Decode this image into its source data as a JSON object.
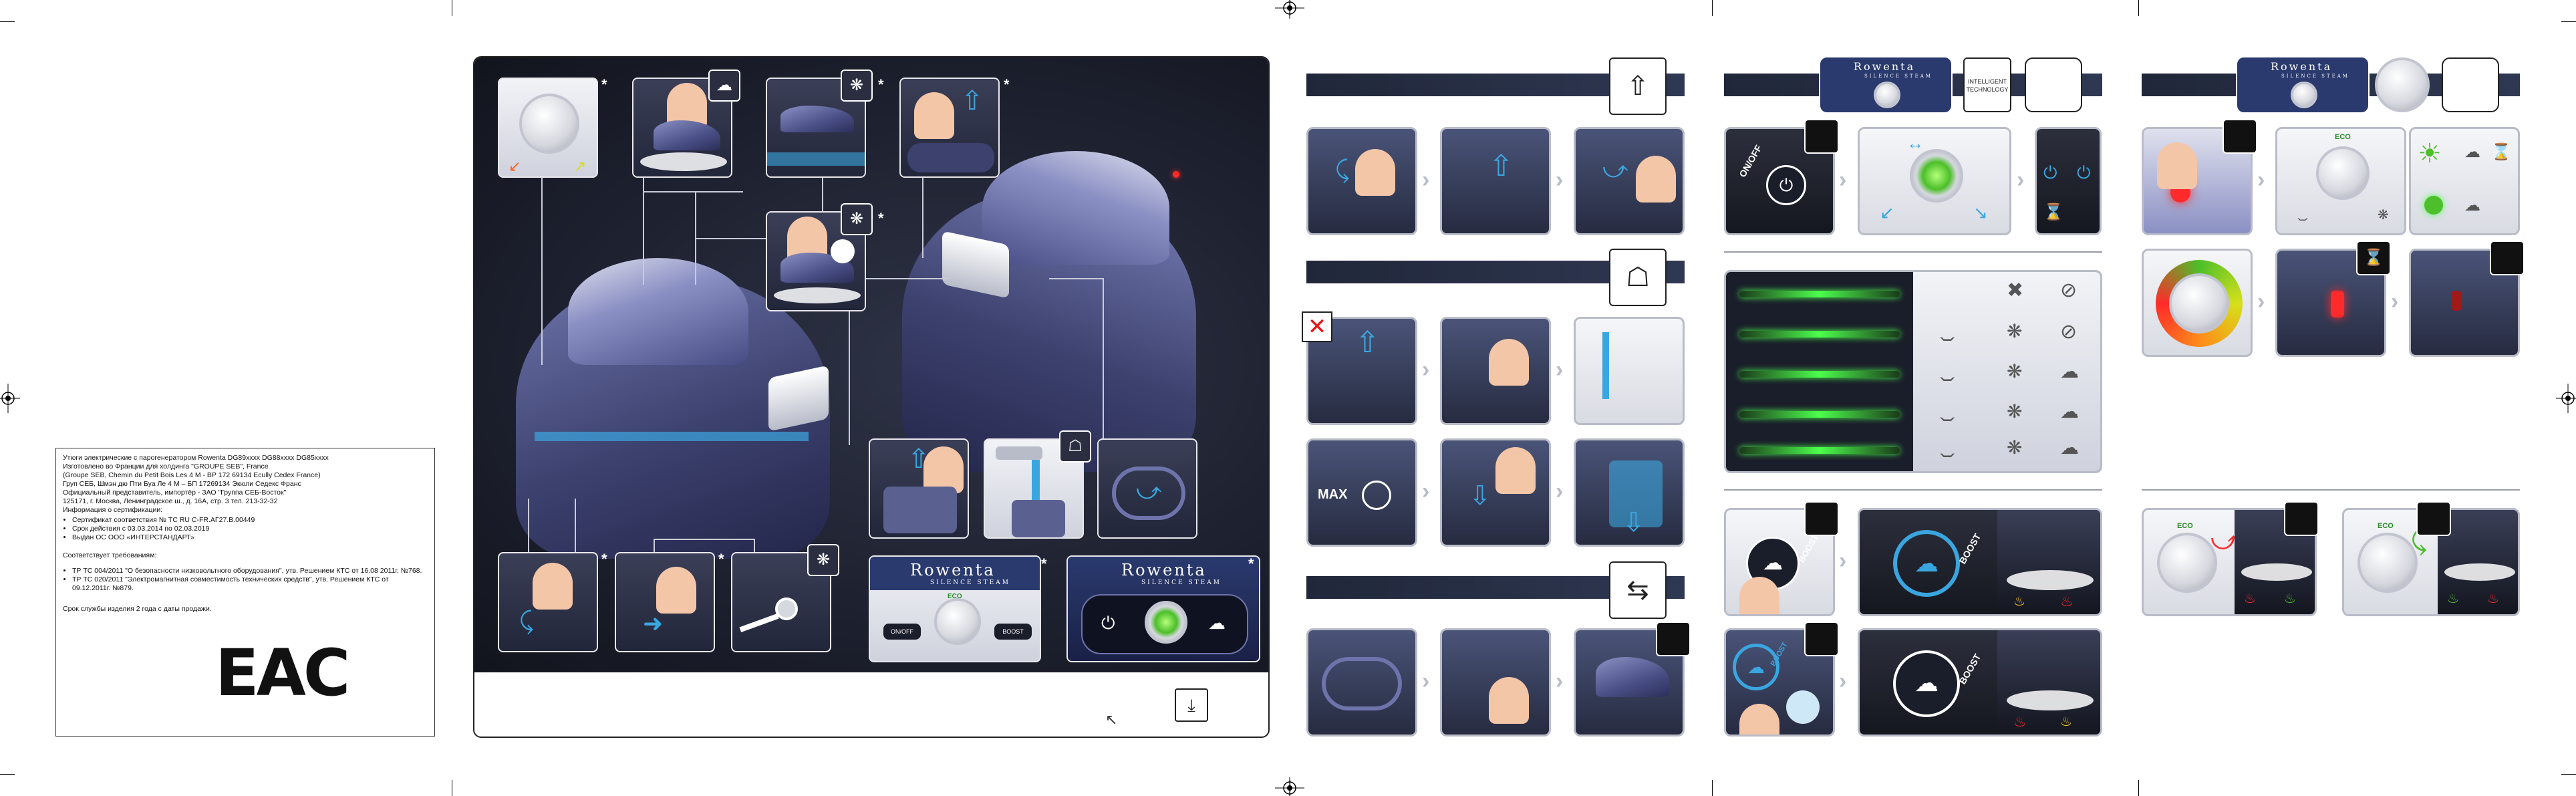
{
  "certification": {
    "title": "Утюги электрические с парогенератором  Rowenta DG89xxxx DG88xxxx DG85xxxx",
    "lines": [
      "Изготовлено во Франции для холдинга \"GROUPE SEB\", France",
      "(Groupe SEB, Chemin du Petit Bois Les 4 M - BP 172 69134 Ecully Cedex France)",
      "Груп СЕБ, Шмэн дю Пти Буа Ле 4 М – БП 17269134 Экюли Седекс Франс",
      "Официальный представитель, импортёр - ЗАО \"Группа СЕБ-Восток\"",
      "125171, г. Москва, Ленинградское ш., д. 16А, стр. 3 тел. 213-32-32",
      "Информация о сертификации:"
    ],
    "cert_items": [
      "Сертификат соответствия № TC RU C-FR.АГ27.В.00449",
      "Срок действия с 03.03.2014 по 02.03.2019",
      "Выдан ОС ООО «ИНТЕРСТАНДАРТ»"
    ],
    "requirements_label": "Соответствует требованиям:",
    "requirements": [
      "ТР ТС 004/2011 \"О безопасности низковольтного оборудования\", утв. Решением КТС от 16.08 2011г. №768.",
      "ТР ТС 020/2011 \"Электромагнитная совместимость технических средств\", утв. Решением КТС от 09.12.2011г. №879."
    ],
    "service_life": "Срок службы изделия 2 года с даты продажи.",
    "mark": "EAC"
  },
  "main_panel": {
    "asterisk": "*",
    "brand_left": "Rowenta",
    "brand_left_sub": "SILENCE STEAM",
    "brand_right": "Rowenta",
    "brand_right_sub": "SILENCE STEAM",
    "panel_btn_left": "ON/OFF",
    "panel_btn_right": "BOOST",
    "eco_label": "ECO"
  },
  "steps": {
    "boost_label": "BOOST",
    "max_label": "MAX",
    "onoff_label": "ON/OFF",
    "eco_label": "ECO",
    "brand_top_mid": "Rowenta",
    "brand_top_mid_sub": "SILENCE STEAM",
    "brand_top_right": "Rowenta",
    "brand_top_right_sub": "SILENCE STEAM",
    "intelligent_label": "INTELLIGENT TECHNOLOGY"
  },
  "colors": {
    "panel_dark": "#1a1d2a",
    "accent_blue": "#3aa6e0",
    "led_green": "#4cff4c",
    "led_red": "#ff2a2a",
    "frame_grey": "#b9bcc8"
  },
  "icons": {
    "steam": "steam-cloud-icon",
    "settings": "gear-icon",
    "download": "download-icon",
    "tap": "water-tap-icon",
    "hourglass": "hourglass-icon"
  }
}
